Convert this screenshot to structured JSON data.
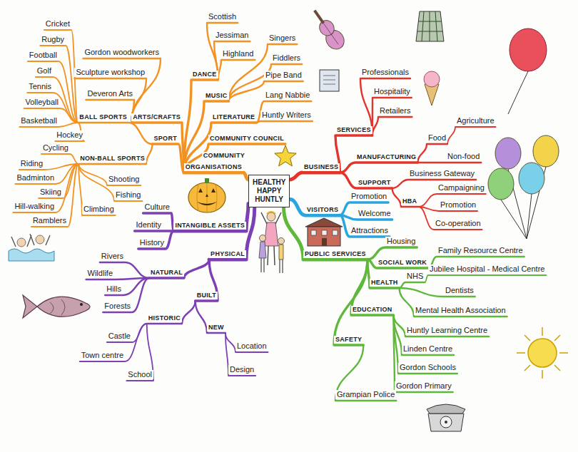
{
  "diagram": {
    "nodes": [
      {
        "text": [
          "HEALTHY HAPPY HUNTLY"
        ]
      }
    ],
    "labels": [
      "COMMUNITY",
      "ORGANISATIONS",
      "COMMUNITY COUNCIL",
      "LITERATURE",
      "Huntly Writers",
      "Lang Nabbie",
      "MUSIC",
      "Pipe Band",
      "Fiddlers",
      "Singers",
      "DANCE",
      "Highland",
      "Jessiman",
      "Scottish",
      "ARTS/CRAFTS",
      "Gordon woodworkers",
      "Sculpture workshop",
      "Deveron Arts",
      "SPORT",
      "BALL SPORTS",
      "Cricket",
      "Rugby",
      "Football",
      "Golf",
      "Tennis",
      "Volleyball",
      "Basketball",
      "Hockey",
      "NON-BALL SPORTS",
      "Cycling",
      "Riding",
      "Badminton",
      "Skiing",
      "Hill-walking",
      "Ramblers",
      "Climbing",
      "Fishing",
      "Shooting",
      "BUSINESS",
      "SERVICES",
      "Retailers",
      "Professionals",
      "Hospitality",
      "MANUFACTURING",
      "Food",
      "Agriculture",
      "Non-food",
      "SUPPORT",
      "Business Gateway",
      "HBA",
      "Campaigning",
      "Promotion",
      "Co-operation",
      "VISITORS",
      "Promotion",
      "Welcome",
      "Attractions",
      "PUBLIC SERVICES",
      "Housing",
      "SOCIAL WORK",
      "Family Resource Centre",
      "HEALTH",
      "NHS",
      "Jubilee Hospital - Medical Centre",
      "Dentists",
      "Mental Health Association",
      "EDUCATION",
      "Huntly Learning Centre",
      "Linden Centre",
      "Gordon Schools",
      "Gordon Primary",
      "SAFETY",
      "Grampian Police",
      "INTANGIBLE ASSETS",
      "Culture",
      "Identity",
      "History",
      "PHYSICAL",
      "NATURAL",
      "Rivers",
      "Wildlife",
      "Hills",
      "Forests",
      "BUILT",
      "HISTORIC",
      "Castle",
      "Town centre",
      "School",
      "NEW",
      "Location",
      "Design"
    ]
  }
}
